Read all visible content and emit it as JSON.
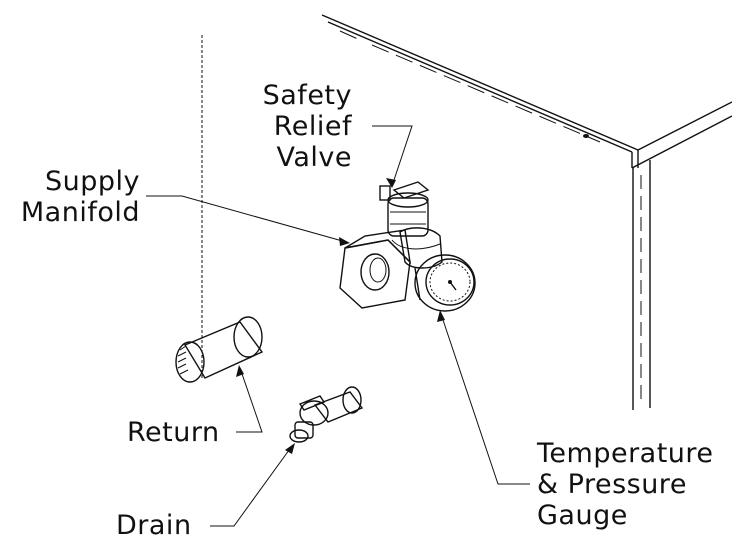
{
  "labels": {
    "safety_relief_valve": [
      "Safety",
      "Relief",
      "Valve"
    ],
    "supply_manifold": [
      "Supply",
      "Manifold"
    ],
    "return": "Return",
    "drain": "Drain",
    "temperature_pressure_gauge": [
      "Temperature",
      "& Pressure",
      "Gauge"
    ]
  }
}
